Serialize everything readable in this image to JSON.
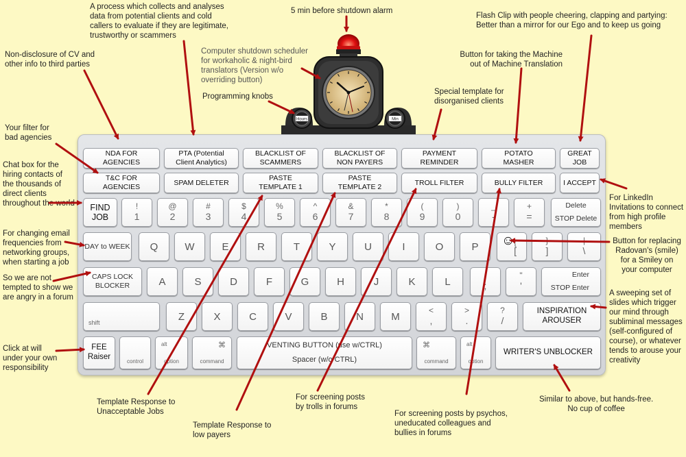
{
  "annotations": {
    "process": "A process which collects and analyses\ndata from potential clients and cold\ncallers to evaluate if they are legitimate,\ntrustworthy or scammers",
    "alarm": "5 min before shutdown alarm",
    "flash_clip": "Flash Clip with people cheering, clapping and partying:\nBetter than a mirror for our Ego and to keep us going",
    "non_disclosure": "Non-disclosure of CV and\nother info to third parties",
    "scheduler": "Computer shutdown scheduler\nfor workaholic & night-bird\ntranslators (Version w/o\noverriding button)",
    "potato_button": "Button for taking the Machine\nout of Machine Translation",
    "knobs": "Programming knobs",
    "special_template": "Special template for\ndisorganised clients",
    "filter_agencies": "Your filter for\nbad agencies",
    "chat_box": "Chat box for the\nhiring contacts of\nthe thousands of\ndirect clients\nthroughout the world",
    "linkedin": "For LinkedIn\nInvitations to connect\nfrom high profile\nmembers",
    "email_freq": "For changing email\nfrequencies from\nnetworking groups,\nwhen starting a job",
    "smiley": "Button for replacing\nRadovan's (smile)\nfor a Smiley on\nyour computer",
    "not_angry": "So we are not\ntempted to show we\nare angry in a forum",
    "sweeping": "A sweeping set of\nslides which trigger\nour mind through\nsubliminal messages\n(self-configured of\ncourse), or whatever\ntends to arouse your\ncreativity",
    "click_will": "Click at will\nunder your own\nresponsibility",
    "unacceptable": "Template Response to\nUnacceptable Jobs",
    "low_payers": "Template Response to\nlow payers",
    "trolls": "For screening posts\nby trolls in forums",
    "psychos": "For screening posts by psychos,\nuneducated colleagues and\nbullies in forums",
    "hands_free": "Similar to above, but hands-free.\nNo cup of coffee"
  },
  "knob_labels": {
    "left": "Hours",
    "right": "Min"
  },
  "keys": {
    "row_fn": [
      "NDA FOR\nAGENCIES",
      "PTA (Potential\nClient Analytics)",
      "BLACKLIST OF\nSCAMMERS",
      "BLACKLIST OF\nNON PAYERS",
      "PAYMENT\nREMINDER",
      "POTATO\nMASHER",
      "GREAT\nJOB"
    ],
    "row_fn2": [
      "T&C FOR\nAGENCIES",
      "SPAM DELETER",
      "PASTE\nTEMPLATE 1",
      "PASTE\nTEMPLATE 2",
      "TROLL FILTER",
      "BULLY FILTER",
      "I ACCEPT"
    ],
    "find_job": "FIND\nJOB",
    "num": [
      {
        "top": "!",
        "bot": "1"
      },
      {
        "top": "@",
        "bot": "2"
      },
      {
        "top": "#",
        "bot": "3"
      },
      {
        "top": "$",
        "bot": "4"
      },
      {
        "top": "%",
        "bot": "5"
      },
      {
        "top": "^",
        "bot": "6"
      },
      {
        "top": "&",
        "bot": "7"
      },
      {
        "top": "*",
        "bot": "8"
      },
      {
        "top": "(",
        "bot": "9"
      },
      {
        "top": ")",
        "bot": "0"
      },
      {
        "top": "_",
        "bot": "-"
      },
      {
        "top": "+",
        "bot": "="
      }
    ],
    "delete_top": "Delete",
    "delete_bot": "STOP Delete",
    "day_to_week": "DAY to WEEK",
    "qrow": [
      "Q",
      "W",
      "E",
      "R",
      "T",
      "Y",
      "U",
      "I",
      "O",
      "P"
    ],
    "smiley_glyph": "☺",
    "bracket_l_top": "{",
    "bracket_l_bot": "[",
    "bracket_r_top": "}",
    "bracket_r_bot": "]",
    "pipe_top": "|",
    "pipe_bot": "\\",
    "caps_lock": "CAPS LOCK\nBLOCKER",
    "arow": [
      "A",
      "S",
      "D",
      "F",
      "G",
      "H",
      "J",
      "K",
      "L"
    ],
    "semi_top": ":",
    "semi_bot": ";",
    "quote_top": "\"",
    "quote_bot": "'",
    "enter_top": "Enter",
    "enter_bot": "STOP Enter",
    "shift": "shift",
    "zrow": [
      "Z",
      "X",
      "C",
      "V",
      "B",
      "N",
      "M"
    ],
    "comma_top": "<",
    "comma_bot": ",",
    "period_top": ">",
    "period_bot": ".",
    "slash_top": "?",
    "slash_bot": "/",
    "inspiration": "INSPIRATION\nAROUSER",
    "fee": "FEE\nRaiser",
    "control": "control",
    "alt": "alt",
    "option": "option",
    "cmd_glyph": "⌘",
    "command": "command",
    "venting_top": "VENTING BUTTON (use w/CTRL)",
    "venting_bot": "Spacer (w/o CTRL)",
    "writers": "WRITER'S UNBLOCKER"
  },
  "colors": {
    "arrow": "#b01010",
    "background": "#fdf9c4",
    "beacon": "#e01010"
  }
}
